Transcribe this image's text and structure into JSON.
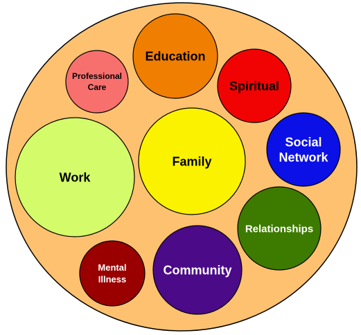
{
  "diagram": {
    "outer": {
      "fill": "#FDC170",
      "stroke": "#000000"
    },
    "circles": [
      {
        "id": "education",
        "lines": [
          "Education"
        ],
        "fill": "#F07E00",
        "text_color": "#000000"
      },
      {
        "id": "professional-care",
        "lines": [
          "Professional",
          "Care"
        ],
        "fill": "#F7706E",
        "text_color": "#000000"
      },
      {
        "id": "spiritual",
        "lines": [
          "Spiritual"
        ],
        "fill": "#F20303",
        "text_color": "#000000"
      },
      {
        "id": "social-network",
        "lines": [
          "Social",
          "Network"
        ],
        "fill": "#0B10E6",
        "text_color": "#FFFFFF"
      },
      {
        "id": "family",
        "lines": [
          "Family"
        ],
        "fill": "#FBF200",
        "text_color": "#000000"
      },
      {
        "id": "work",
        "lines": [
          "Work"
        ],
        "fill": "#D4FB6A",
        "text_color": "#000000"
      },
      {
        "id": "relationships",
        "lines": [
          "Relationships"
        ],
        "fill": "#3D7A00",
        "text_color": "#FFFFFF"
      },
      {
        "id": "mental-illness",
        "lines": [
          "Mental",
          "Illness"
        ],
        "fill": "#9A0000",
        "text_color": "#FFFFFF"
      },
      {
        "id": "community",
        "lines": [
          "Community"
        ],
        "fill": "#4B0A88",
        "text_color": "#FFFFFF"
      }
    ]
  }
}
